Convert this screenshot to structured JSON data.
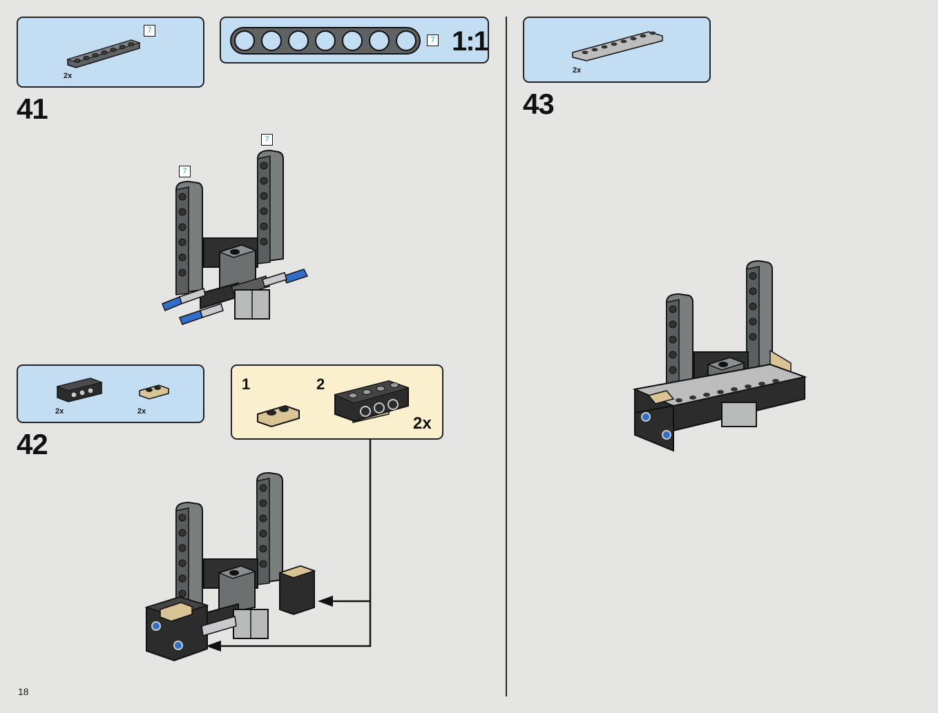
{
  "page": {
    "number": "18"
  },
  "colors": {
    "background": "#e5e6e4",
    "parts_box": "#c3ddf3",
    "submodel_box": "#fbf0cd",
    "beam_gray": "#6f7273",
    "dark": "#2b2b2b",
    "tan": "#d8c494",
    "blue": "#2f6fc8",
    "light_gray": "#bcbdbc"
  },
  "step41": {
    "number": "41",
    "parts": [
      {
        "name": "technic-beam-7",
        "length": "7",
        "qty": "2x"
      }
    ],
    "scale_part": {
      "length": "7",
      "scale": "1:1"
    },
    "callouts": [
      "7",
      "7"
    ]
  },
  "step42": {
    "number": "42",
    "parts": [
      {
        "name": "technic-brick-1x4",
        "qty": "2x"
      },
      {
        "name": "plate-1x2-tan",
        "qty": "2x"
      }
    ],
    "submodel": {
      "step1": "1",
      "step2": "2",
      "qty": "2x"
    }
  },
  "step43": {
    "number": "43",
    "parts": [
      {
        "name": "plate-1x8-gray",
        "qty": "2x"
      }
    ]
  },
  "icons": [
    "technic-beam-icon",
    "technic-brick-icon",
    "plate-icon",
    "assembly-icon",
    "arrow-icon"
  ]
}
